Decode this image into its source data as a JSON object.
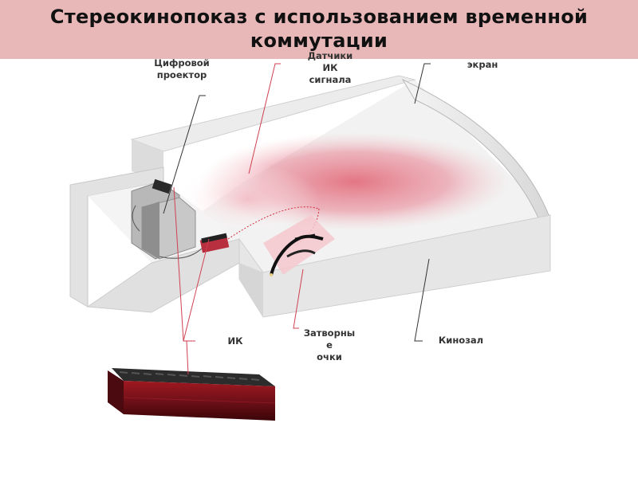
{
  "slide": {
    "title_line1": "Стереокинопоказ с использованием временной",
    "title_line2": "коммутации"
  },
  "labels": {
    "projector_line1": "Цифровой",
    "projector_line2": "проектор",
    "ir_signal_line1": "Датчики",
    "ir_signal_line2": "ИК",
    "ir_signal_line3": "сигнала",
    "screen": "экран",
    "ir": "ИК",
    "glasses_line1": "Затворны",
    "glasses_line2": "е",
    "glasses_line3": "очки",
    "hall": "Кинозал"
  },
  "colors": {
    "title_bar": "#e8b8b8",
    "ir_beam": "#e06070",
    "leader_red": "#d04050",
    "leader_dark": "#333333",
    "walls": "#e6e6e6"
  }
}
